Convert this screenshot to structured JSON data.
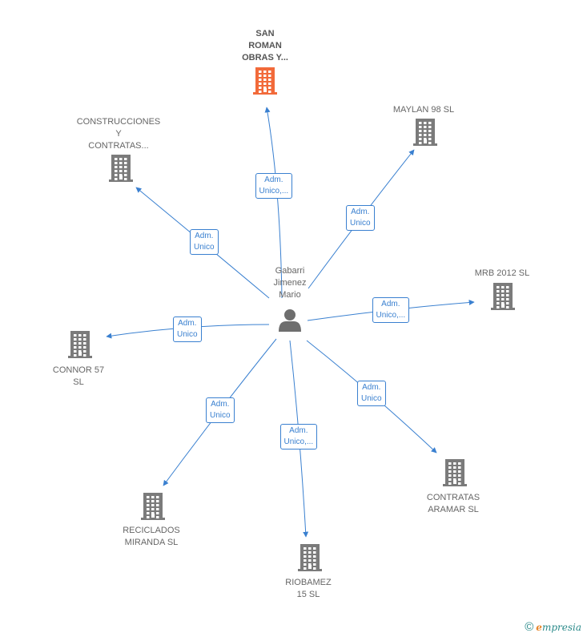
{
  "center": {
    "name": "Gabarri\nJimenez\nMario"
  },
  "companies": [
    {
      "id": "san-roman",
      "label": "SAN\nROMAN\nOBRAS Y...",
      "highlight": true,
      "edge_label": "Adm.\nUnico,..."
    },
    {
      "id": "maylan",
      "label": "MAYLAN 98  SL",
      "highlight": false,
      "edge_label": "Adm.\nUnico"
    },
    {
      "id": "construcciones",
      "label": "CONSTRUCCIONES\nY\nCONTRATAS...",
      "highlight": false,
      "edge_label": "Adm.\nUnico"
    },
    {
      "id": "mrb",
      "label": "MRB 2012 SL",
      "highlight": false,
      "edge_label": "Adm.\nUnico,..."
    },
    {
      "id": "connor",
      "label": "CONNOR 57\nSL",
      "highlight": false,
      "edge_label": "Adm.\nUnico"
    },
    {
      "id": "contratas-aramar",
      "label": "CONTRATAS\nARAMAR  SL",
      "highlight": false,
      "edge_label": "Adm.\nUnico"
    },
    {
      "id": "reciclados",
      "label": "RECICLADOS\nMIRANDA SL",
      "highlight": false,
      "edge_label": "Adm.\nUnico"
    },
    {
      "id": "riobamez",
      "label": "RIOBAMEZ\n15  SL",
      "highlight": false,
      "edge_label": "Adm.\nUnico,..."
    }
  ],
  "colors": {
    "edge": "#3a80d0",
    "building": "#7b7b7b",
    "building_highlight": "#f26a3a",
    "person": "#6e6e6e"
  },
  "footer": {
    "copyright_symbol": "©",
    "brand_first": "e",
    "brand_rest": "mpresia"
  }
}
